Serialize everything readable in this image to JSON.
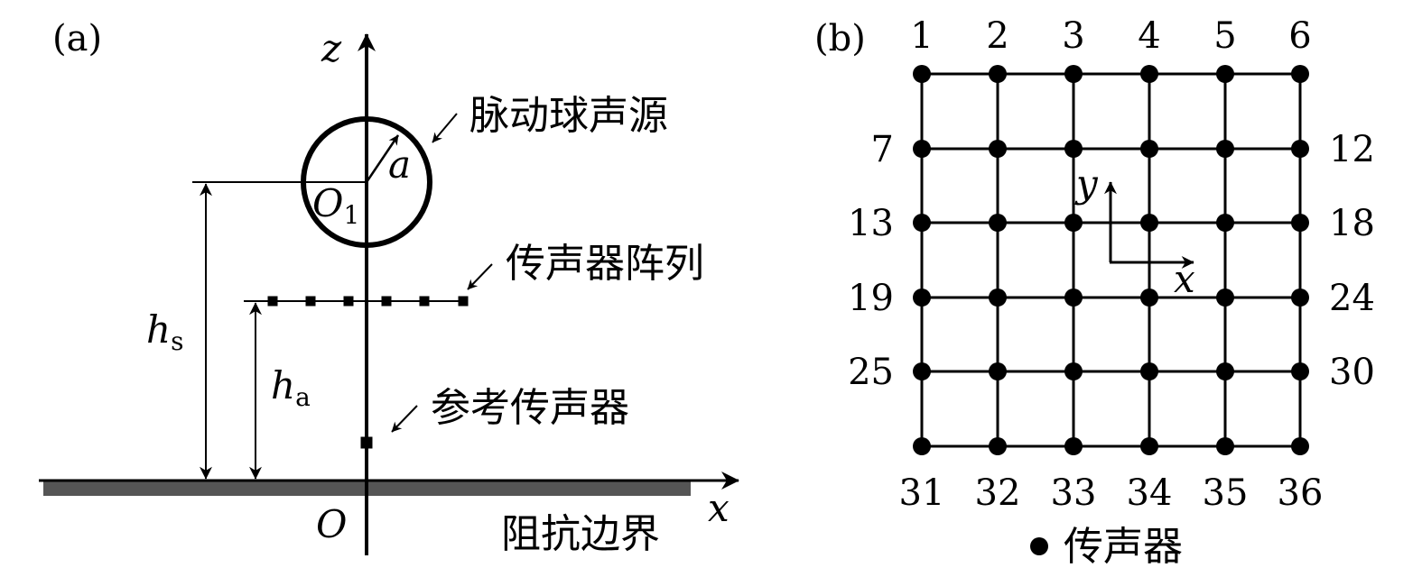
{
  "panel_a": {
    "label": "(a)",
    "z_label": "z",
    "x_label": "x",
    "origin_label": "O",
    "center_label": "O",
    "center_subscript": "1",
    "radius_label": "a",
    "hs_label": "h",
    "hs_subscript": "s",
    "ha_label": "h",
    "ha_subscript": "a",
    "source_label": "脉动球声源",
    "array_label": "传声器阵列",
    "reference_label": "参考传声器",
    "boundary_label": "阻抗边界"
  },
  "panel_b": {
    "label": "(b)",
    "top_numbers": [
      "1",
      "2",
      "3",
      "4",
      "5",
      "6"
    ],
    "left_numbers": [
      "7",
      "13",
      "19",
      "25"
    ],
    "right_numbers": [
      "12",
      "18",
      "24",
      "30"
    ],
    "bottom_numbers": [
      "31",
      "32",
      "33",
      "34",
      "35",
      "36"
    ],
    "y_label": "y",
    "x_label": "x",
    "legend_label": "传声器"
  },
  "colors": {
    "ink": "#000000",
    "boundary": "#555555"
  }
}
